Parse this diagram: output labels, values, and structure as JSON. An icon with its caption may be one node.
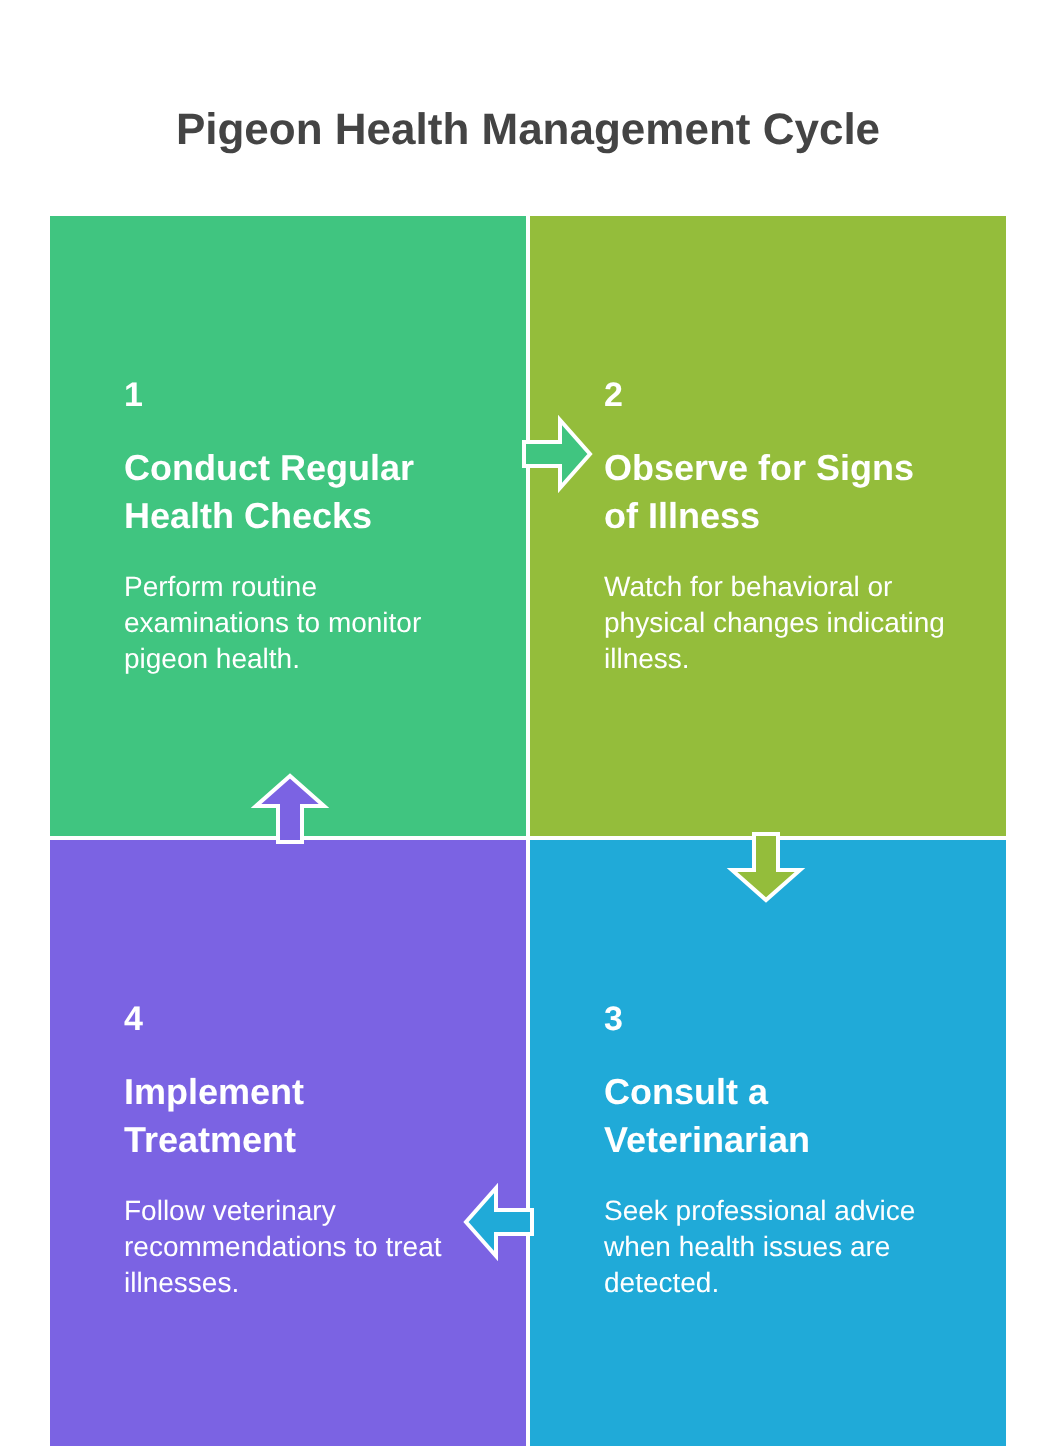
{
  "diagram": {
    "title": "Pigeon Health Management Cycle",
    "nodes": [
      {
        "text": [
          "1",
          "Conduct Regular Health Checks",
          "Perform routine examinations to monitor pigeon health."
        ]
      },
      {
        "text": [
          "2",
          "Observe for Signs of Illness",
          "Watch for behavioral or physical changes indicating illness."
        ]
      },
      {
        "text": [
          "3",
          "Consult a Veterinarian",
          "Seek professional advice when health issues are detected."
        ]
      },
      {
        "text": [
          "4",
          "Implement Treatment",
          "Follow veterinary recommendations to treat illnesses."
        ]
      }
    ],
    "edges": [
      {
        "from": 0,
        "to": 1,
        "arrow": "to"
      },
      {
        "from": 1,
        "to": 2,
        "arrow": "to"
      },
      {
        "from": 2,
        "to": 3,
        "arrow": "to"
      },
      {
        "from": 3,
        "to": 0,
        "arrow": "to"
      }
    ]
  }
}
